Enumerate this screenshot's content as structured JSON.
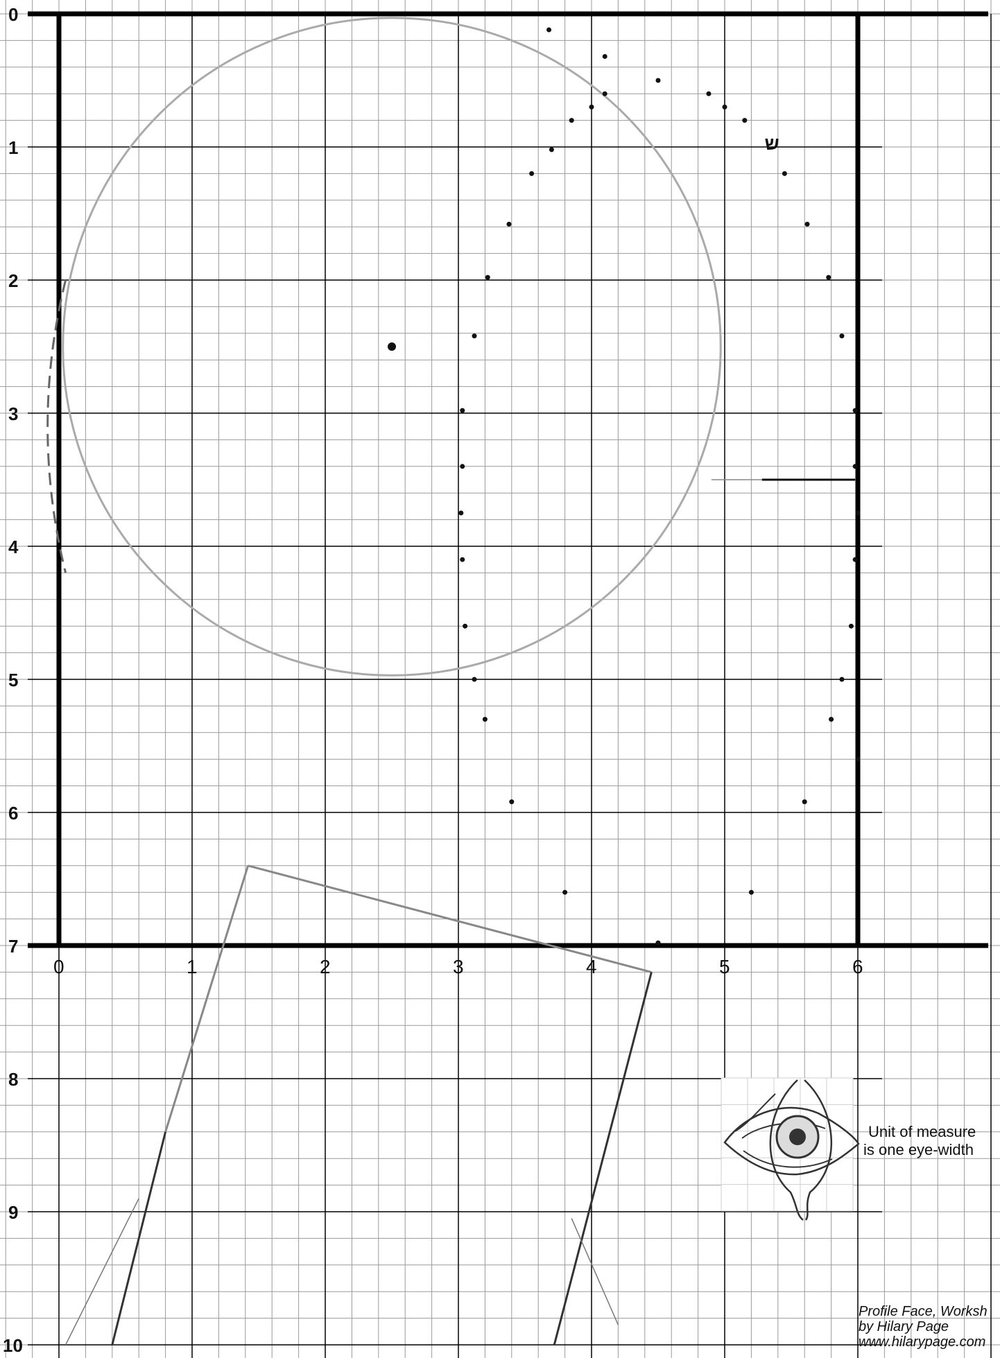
{
  "worksheet": {
    "y_ticks": [
      "0",
      "1",
      "2",
      "3",
      "4",
      "5",
      "6",
      "7",
      "8",
      "9",
      "10"
    ],
    "x_ticks": [
      "0",
      "1",
      "2",
      "3",
      "4",
      "5",
      "6"
    ],
    "legend": {
      "line1": "Unit of measure",
      "line2": "is one eye-width",
      "icon": "eye-icon"
    },
    "credit": {
      "line1": "Profile Face, Worksh",
      "line2": "by Hilary Page",
      "line3": "www.hilarypage.com"
    },
    "colors": {
      "grid_minor": "#9a9a9a",
      "grid_major": "#000000",
      "circle": "#aaaaaa",
      "guide": "#888888",
      "ink": "#111111"
    },
    "geometry_units": "eye-widths",
    "circle": {
      "center": [
        2.5,
        2.5
      ],
      "radius": 2.47
    },
    "center_dot": [
      2.5,
      2.5
    ],
    "dashed_arc": {
      "from": [
        0.05,
        2.0
      ],
      "to": [
        0.05,
        4.2
      ],
      "bulge_x": -0.22
    },
    "dots": [
      [
        3.68,
        0.12
      ],
      [
        4.1,
        0.32
      ],
      [
        4.5,
        0.5
      ],
      [
        4.88,
        0.6
      ],
      [
        5.0,
        0.7
      ],
      [
        5.15,
        0.8
      ],
      [
        4.1,
        0.6
      ],
      [
        4.0,
        0.7
      ],
      [
        3.85,
        0.8
      ],
      [
        3.7,
        1.02
      ],
      [
        3.55,
        1.2
      ],
      [
        3.38,
        1.58
      ],
      [
        3.22,
        1.98
      ],
      [
        3.12,
        2.42
      ],
      [
        3.03,
        2.98
      ],
      [
        3.03,
        3.4
      ],
      [
        3.02,
        3.75
      ],
      [
        3.03,
        4.1
      ],
      [
        3.05,
        4.6
      ],
      [
        3.12,
        5.0
      ],
      [
        3.2,
        5.3
      ],
      [
        3.4,
        5.92
      ],
      [
        3.8,
        6.6
      ],
      [
        4.5,
        6.98
      ],
      [
        5.2,
        6.6
      ],
      [
        5.6,
        5.92
      ],
      [
        5.8,
        5.3
      ],
      [
        5.88,
        5.0
      ],
      [
        5.95,
        4.6
      ],
      [
        5.98,
        4.1
      ],
      [
        6.0,
        3.75
      ],
      [
        5.98,
        3.4
      ],
      [
        5.98,
        2.98
      ],
      [
        5.88,
        2.42
      ],
      [
        5.78,
        1.98
      ],
      [
        5.62,
        1.58
      ],
      [
        5.45,
        1.2
      ],
      [
        6.0,
        5.6
      ]
    ],
    "small_mark_label": "ש",
    "nose_line": {
      "from": [
        4.9,
        3.5
      ],
      "to": [
        5.98,
        3.5
      ]
    },
    "neck": {
      "top_left": [
        1.42,
        6.4
      ],
      "top_right": [
        4.45,
        7.2
      ],
      "left_bottom": [
        0.4,
        10.0
      ],
      "right_bottom": [
        3.72,
        10.0
      ]
    },
    "guide_lines": [
      {
        "from": [
          0.05,
          10.0
        ],
        "to": [
          0.6,
          8.9
        ]
      },
      {
        "from": [
          3.85,
          9.05
        ],
        "to": [
          4.2,
          9.85
        ]
      }
    ]
  }
}
